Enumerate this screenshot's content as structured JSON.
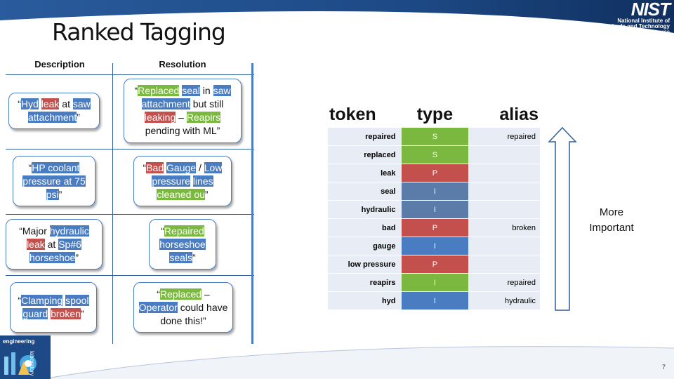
{
  "header": {
    "logo_text": "NIST",
    "org_line1": "National Institute of",
    "org_line2": "Standards and Technology",
    "org_line3": "U.S. Department of Commerce"
  },
  "slide_title": "Ranked Tagging",
  "columns": {
    "description": "Description",
    "resolution": "Resolution"
  },
  "rows": [
    {
      "description": [
        [
          "“",
          ""
        ],
        [
          "Hyd",
          "blue"
        ],
        [
          " ",
          ""
        ],
        [
          "leak",
          "red"
        ],
        [
          " at ",
          ""
        ],
        [
          "saw",
          "blue"
        ],
        [
          " ",
          ""
        ],
        [
          "attachment",
          "blue"
        ],
        [
          "”",
          ""
        ]
      ],
      "resolution": [
        [
          "“",
          ""
        ],
        [
          "Replaced",
          "green"
        ],
        [
          " ",
          ""
        ],
        [
          "seal",
          "blue"
        ],
        [
          " in ",
          ""
        ],
        [
          "saw",
          "blue"
        ],
        [
          " ",
          ""
        ],
        [
          "attachment",
          "blue"
        ],
        [
          " but still ",
          ""
        ],
        [
          "leaking",
          "red"
        ],
        [
          " – ",
          ""
        ],
        [
          "Reapirs",
          "green"
        ],
        [
          " pending with ML”",
          ""
        ]
      ]
    },
    {
      "description": [
        [
          "“",
          ""
        ],
        [
          "HP coolant pressure  at 75 psi",
          "blue"
        ],
        [
          "”",
          ""
        ]
      ],
      "resolution": [
        [
          "“",
          ""
        ],
        [
          "Bad",
          "red"
        ],
        [
          " ",
          ""
        ],
        [
          "Gauge",
          "blue"
        ],
        [
          " / ",
          ""
        ],
        [
          "Low pressure",
          "blue"
        ],
        [
          " ",
          ""
        ],
        [
          "lines",
          "blue"
        ],
        [
          " ",
          ""
        ],
        [
          "cleaned ou",
          "green"
        ],
        [
          "”",
          ""
        ]
      ]
    },
    {
      "description": [
        [
          "“Major ",
          ""
        ],
        [
          "hydraulic",
          "blue"
        ],
        [
          " ",
          ""
        ],
        [
          "leak",
          "red"
        ],
        [
          " at ",
          ""
        ],
        [
          "Sp#6",
          "blue"
        ],
        [
          " ",
          ""
        ],
        [
          "horseshoe",
          "blue"
        ],
        [
          "”",
          ""
        ]
      ],
      "resolution": [
        [
          "“",
          ""
        ],
        [
          "Repaired",
          "green"
        ],
        [
          " ",
          ""
        ],
        [
          "horseshoe",
          "blue"
        ],
        [
          " ",
          ""
        ],
        [
          "seals",
          "blue"
        ],
        [
          "”",
          ""
        ]
      ]
    },
    {
      "description": [
        [
          "“",
          ""
        ],
        [
          "Clamping",
          "blue"
        ],
        [
          " ",
          ""
        ],
        [
          "spool guard",
          "blue"
        ],
        [
          " ",
          ""
        ],
        [
          "broken",
          "red"
        ],
        [
          "”",
          ""
        ]
      ],
      "resolution": [
        [
          "“",
          ""
        ],
        [
          "Replaced",
          "green"
        ],
        [
          " – ",
          ""
        ],
        [
          "Operator",
          "blue"
        ],
        [
          " could have done this!”",
          ""
        ]
      ]
    }
  ],
  "token_table": {
    "headers": {
      "token": "token",
      "type": "type",
      "alias": "alias"
    },
    "rows": [
      {
        "token": "repaired",
        "type": "S",
        "alias": "repaired",
        "color": "#7ab83f"
      },
      {
        "token": "replaced",
        "type": "S",
        "alias": "",
        "color": "#7ab83f"
      },
      {
        "token": "leak",
        "type": "P",
        "alias": "",
        "color": "#c4504e"
      },
      {
        "token": "seal",
        "type": "I",
        "alias": "",
        "color": "#5b7ba8"
      },
      {
        "token": "hydraulic",
        "type": "I",
        "alias": "",
        "color": "#5b7ba8"
      },
      {
        "token": "bad",
        "type": "P",
        "alias": "broken",
        "color": "#c4504e"
      },
      {
        "token": "gauge",
        "type": "I",
        "alias": "",
        "color": "#4a7cc2"
      },
      {
        "token": "low pressure",
        "type": "P",
        "alias": "",
        "color": "#c4504e"
      },
      {
        "token": "reapirs",
        "type": "I",
        "alias": "repaired",
        "color": "#7ab83f"
      },
      {
        "token": "hyd",
        "type": "I",
        "alias": "hydraulic",
        "color": "#4a7cc2"
      }
    ]
  },
  "side_label": {
    "line1": "More",
    "line2": "Important"
  },
  "footer": {
    "lab_line1": "engineering",
    "lab_line2": "laboratory",
    "page_number": "7"
  },
  "colors": {
    "blue": "#4a7cc2",
    "red": "#c4504e",
    "green": "#7ab83f",
    "header_blue": "#17407a"
  }
}
